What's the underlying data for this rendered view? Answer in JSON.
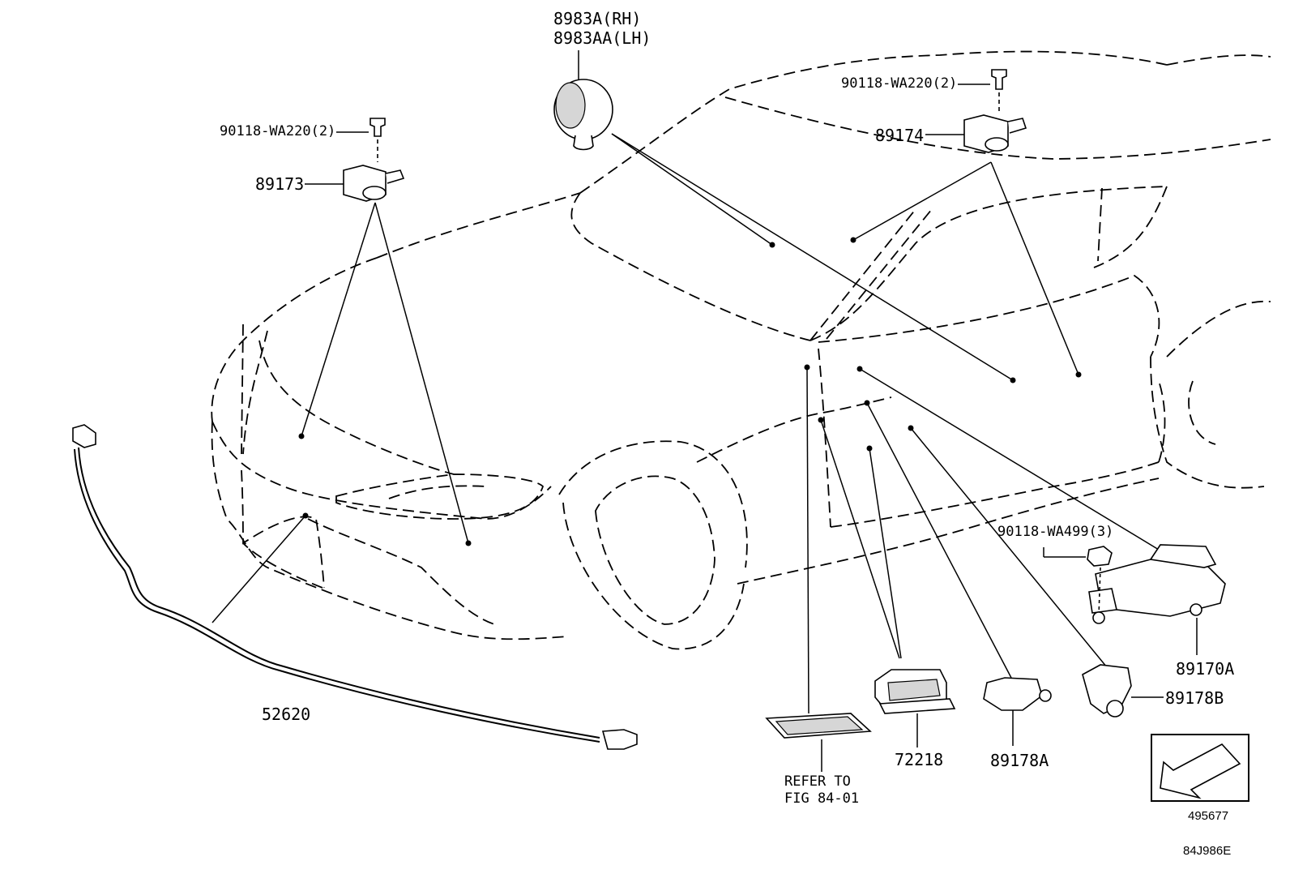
{
  "diagram": {
    "callouts": {
      "horn_rh_lh": [
        "8983A(RH)",
        "8983AA(LH)"
      ],
      "bolt_left": "90118-WA220(2)",
      "bolt_right": "90118-WA220(2)",
      "sensor_left": "89173",
      "sensor_right": "89174",
      "wire_harness": "52620",
      "module_nut": "90118-WA499(3)",
      "airbag_module": "89170A",
      "bracket_b": "89178B",
      "bracket_a": "89178A",
      "cover_part": "72218",
      "refer_line1": "REFER TO",
      "refer_line2": "FIG 84-01"
    },
    "frame_code": "495677",
    "figure_code": "84J986E",
    "colors": {
      "line": "#000000",
      "background": "#ffffff",
      "shade": "#d6d6d6"
    }
  }
}
